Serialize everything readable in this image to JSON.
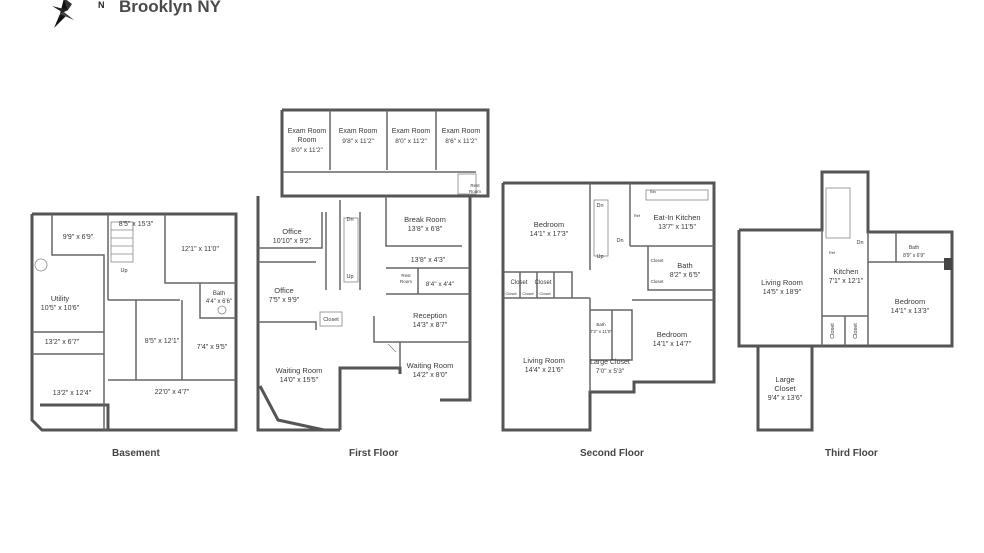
{
  "header": {
    "title": "Brooklyn NY",
    "compass_letter": "N"
  },
  "floors": [
    {
      "key": "basement",
      "label": "Basement"
    },
    {
      "key": "first",
      "label": "First Floor"
    },
    {
      "key": "second",
      "label": "Second Floor"
    },
    {
      "key": "third",
      "label": "Third Floor"
    }
  ],
  "basement": {
    "r1": "9'9\" x 6'9\"",
    "r2": "8'5\" x 15'3\"",
    "r3": "12'1\" x 11'0\"",
    "up": "Up",
    "utility_name": "Utility",
    "utility_dim": "10'5\" x 10'6\"",
    "bath_name": "Bath",
    "bath_dim": "4'4\" x 6'6\"",
    "r4": "13'2\" x 6'7\"",
    "r5": "8'5\" x 12'1\"",
    "r6": "7'4\" x 9'5\"",
    "r7": "13'2\" x 12'4\"",
    "r8": "22'0\" x 4'7\""
  },
  "first": {
    "exam1_name": "Exam Room",
    "exam1_dim": "8'0\" x 11'2\"",
    "exam2_name": "Exam Room",
    "exam2_dim": "9'8\" x 11'2\"",
    "exam3_name": "Exam Room",
    "exam3_dim": "8'0\" x 11'2\"",
    "exam4_name": "Exam Room",
    "exam4_dim": "8'6\" x 11'2\"",
    "rest1_a": "Rest",
    "rest1_b": "Room",
    "office1_name": "Office",
    "office1_dim": "10'10\" x 9'2\"",
    "dn": "Dn",
    "up": "Up",
    "break_name": "Break Room",
    "break_dim": "13'8\" x 6'8\"",
    "hall_dim": "13'8\" x 4'3\"",
    "rest2_a": "Rest",
    "rest2_b": "Room",
    "small_dim": "8'4\" x 4'4\"",
    "office2_name": "Office",
    "office2_dim": "7'5\" x 9'9\"",
    "closet": "Closet",
    "reception_name": "Reception",
    "reception_dim": "14'3\" x 8'7\"",
    "waiting1_name": "Waiting Room",
    "waiting1_dim": "14'0\" x 15'5\"",
    "waiting2_name": "Waiting Room",
    "waiting2_dim": "14'2\" x 8'0\""
  },
  "second": {
    "bed1_name": "Bedroom",
    "bed1_dim": "14'1\" x 17'3\"",
    "dn1": "Dn",
    "dn2": "Dn",
    "up": "Up",
    "bin": "Bin",
    "ref": "Ref",
    "kitchen_name": "Eat-In Kitchen",
    "kitchen_dim": "13'7\" x 11'5\"",
    "closet": "Closet",
    "bath_name": "Bath",
    "bath_dim": "8'2\" x 6'5\"",
    "c1": "Closet",
    "c2": "Closet",
    "c3": "Closet",
    "c4": "Closet",
    "c5": "Closet",
    "c6": "Closet",
    "living_name": "Living Room",
    "living_dim": "14'4\" x 21'6\"",
    "bath2_name": "Bath",
    "bath2_dim": "7'2\" x 11'0\"",
    "large_closet_name": "Large Closet",
    "large_closet_dim": "7'0\" x 5'3\"",
    "bed2_name": "Bedroom",
    "bed2_dim": "14'1\" x 14'7\""
  },
  "third": {
    "dn": "Dn",
    "bath_name": "Bath",
    "bath_dim": "8'9\" x 6'9\"",
    "ref": "Ref",
    "living_name": "Living Room",
    "living_dim": "14'5\" x 18'9\"",
    "kitchen_name": "Kitchen",
    "kitchen_dim": "7'1\" x 12'1\"",
    "bed_name": "Bedroom",
    "bed_dim": "14'1\" x 13'3\"",
    "closet1": "Closet",
    "closet2": "Closet",
    "large_closet_name": "Large",
    "large_closet_name2": "Closet",
    "large_closet_dim": "9'4\" x 13'6\""
  }
}
